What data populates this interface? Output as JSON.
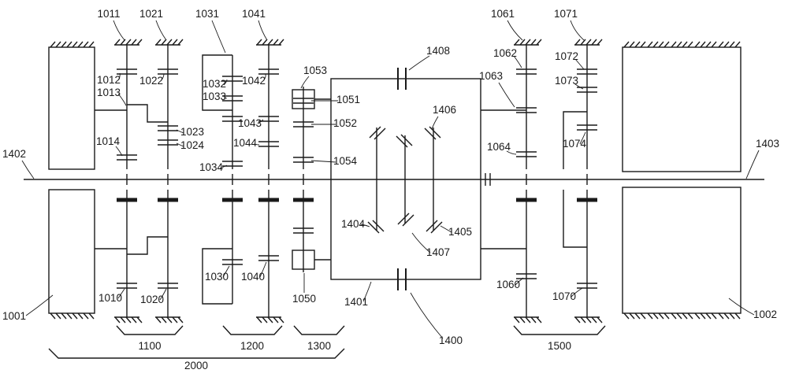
{
  "figure": {
    "background": "#ffffff",
    "line_color": "#1a1a1a",
    "kind": "transmission-schematic-patent-figure"
  },
  "labels": {
    "1001": "1001",
    "1002": "1002",
    "1010": "1010",
    "1011": "1011",
    "1012": "1012",
    "1013": "1013",
    "1014": "1014",
    "1020": "1020",
    "1021": "1021",
    "1022": "1022",
    "1023": "1023",
    "1024": "1024",
    "1030": "1030",
    "1031": "1031",
    "1032": "1032",
    "1033": "1033",
    "1034": "1034",
    "1040": "1040",
    "1041": "1041",
    "1042": "1042",
    "1043": "1043",
    "1044": "1044",
    "1050": "1050",
    "1051": "1051",
    "1052": "1052",
    "1053": "1053",
    "1054": "1054",
    "1060": "1060",
    "1061": "1061",
    "1062": "1062",
    "1063": "1063",
    "1064": "1064",
    "1070": "1070",
    "1071": "1071",
    "1072": "1072",
    "1073": "1073",
    "1074": "1074",
    "1100": "1100",
    "1200": "1200",
    "1300": "1300",
    "1400": "1400",
    "1401": "1401",
    "1402": "1402",
    "1403": "1403",
    "1404": "1404",
    "1405": "1405",
    "1406": "1406",
    "1407": "1407",
    "1408": "1408",
    "1500": "1500",
    "2000": "2000"
  }
}
